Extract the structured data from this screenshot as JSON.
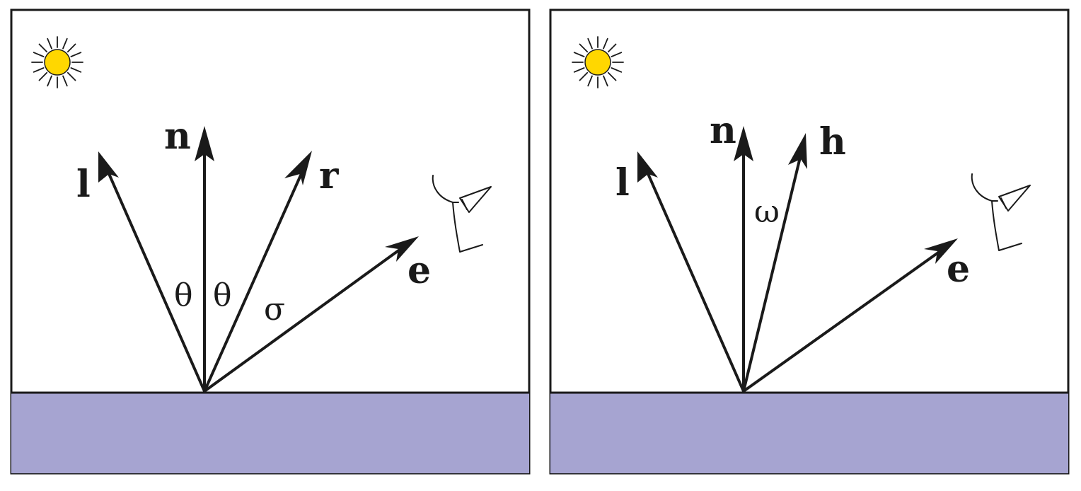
{
  "colors": {
    "surface": "#a6a4d1",
    "sun_fill": "#ffd700",
    "ink": "#1a1a1a",
    "background": "#ffffff"
  },
  "panels": [
    {
      "id": "phong",
      "icons": [
        "sun-icon",
        "eye-icon"
      ],
      "vectors": [
        {
          "key": "l",
          "label": "l"
        },
        {
          "key": "n",
          "label": "n"
        },
        {
          "key": "r",
          "label": "r"
        },
        {
          "key": "e",
          "label": "e"
        }
      ],
      "angles": [
        {
          "key": "theta_l",
          "label": "θ"
        },
        {
          "key": "theta_r",
          "label": "θ"
        },
        {
          "key": "sigma",
          "label": "σ"
        }
      ]
    },
    {
      "id": "blinn-phong",
      "icons": [
        "sun-icon",
        "eye-icon"
      ],
      "vectors": [
        {
          "key": "l",
          "label": "l"
        },
        {
          "key": "n",
          "label": "n"
        },
        {
          "key": "h",
          "label": "h"
        },
        {
          "key": "e",
          "label": "e"
        }
      ],
      "angles": [
        {
          "key": "omega",
          "label": "ω"
        }
      ]
    }
  ]
}
